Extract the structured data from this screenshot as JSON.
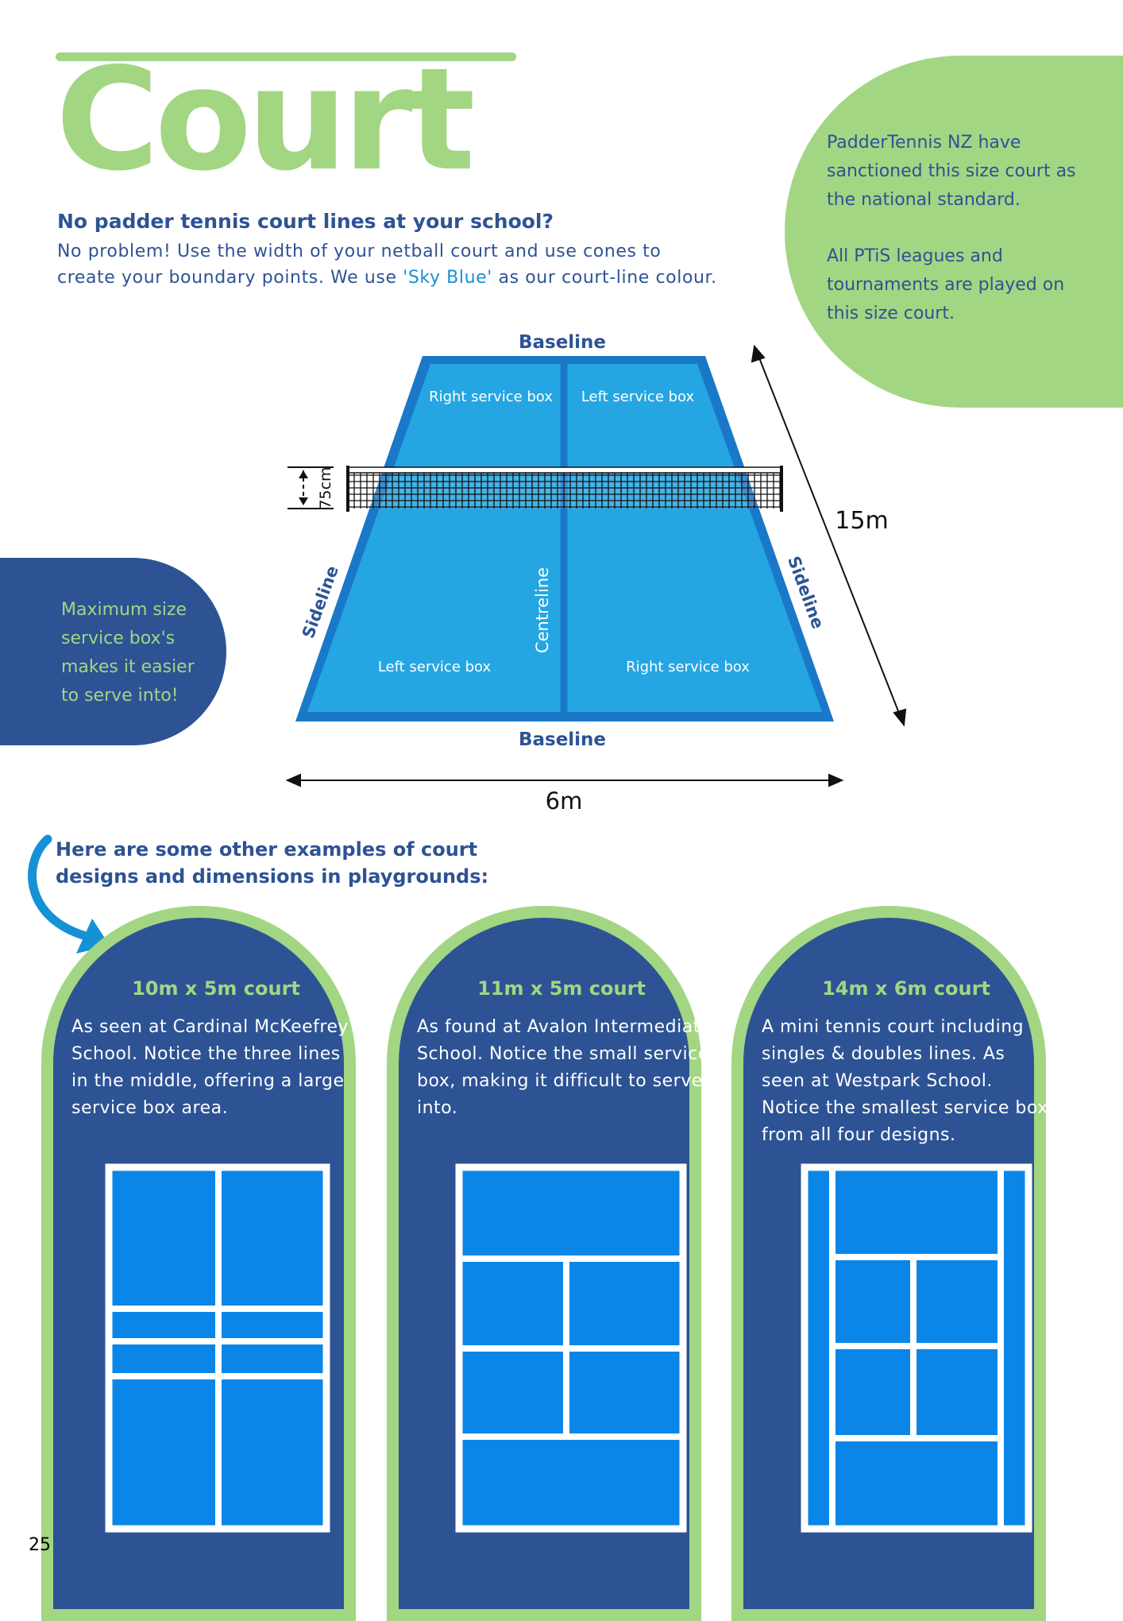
{
  "page": {
    "title": "Court",
    "page_number": "25"
  },
  "intro": {
    "question": "No padder tennis court lines at your school?",
    "text_before": "No problem! Use the width of your netball court and use cones to create your boundary points. We use ",
    "highlight": "'Sky Blue'",
    "text_after": " as our court-line colour."
  },
  "callout_green": {
    "p1": "PadderTennis NZ have sanctioned this size court as the national standard.",
    "p2": "All PTiS leagues and tournaments are played on this size court."
  },
  "callout_blue": {
    "text": "Maximum size service box's makes it easier to serve into!"
  },
  "diagram": {
    "baseline_top": "Baseline",
    "baseline_bottom": "Baseline",
    "right_service_box_top": "Right service box",
    "left_service_box_top": "Left service box",
    "left_service_box_bottom": "Left service box",
    "right_service_box_bottom": "Right service box",
    "centreline": "Centreline",
    "sideline_left": "Sideline",
    "sideline_right": "Sideline",
    "net_height": "75cm",
    "length": "15m",
    "width": "6m"
  },
  "examples": {
    "heading": "Here are some other examples of court designs and dimensions in playgrounds:",
    "cards": [
      {
        "title": "10m x 5m court",
        "text": "As seen at Cardinal McKeefrey School. Notice the three lines in the middle, offering a large service box area."
      },
      {
        "title": "11m x 5m court",
        "text": "As found at Avalon Intermediate School. Notice the small service box, making it difficult to serve into."
      },
      {
        "title": "14m x 6m court",
        "text": "A mini tennis court including singles & doubles lines. As seen at Westpark School. Notice the smallest service box from all four designs."
      }
    ]
  },
  "colors": {
    "green": "#a2d683",
    "navy": "#2d5395",
    "court_blue": "#0a86e8",
    "sky_blue": "#1591d6"
  }
}
